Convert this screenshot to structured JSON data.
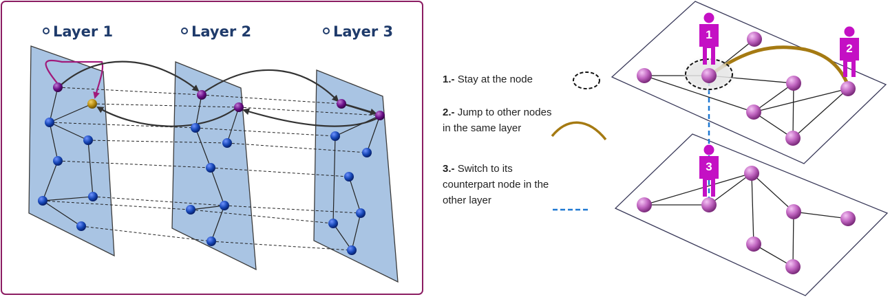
{
  "left_panel": {
    "layers": [
      {
        "label": "Layer 1"
      },
      {
        "label": "Layer 2"
      },
      {
        "label": "Layer 3"
      }
    ]
  },
  "legend": {
    "items": [
      {
        "number": "1.-",
        "text_lines": [
          "Stay at the node"
        ]
      },
      {
        "number": "2.-",
        "text_lines": [
          "Jump to other nodes",
          "in the same layer"
        ]
      },
      {
        "number": "3.-",
        "text_lines": [
          "Switch to its",
          "counterpart node in the",
          "other layer"
        ]
      }
    ]
  },
  "right_panel": {
    "walkers": [
      {
        "label": "1"
      },
      {
        "label": "2"
      },
      {
        "label": "3"
      }
    ]
  },
  "colors": {
    "frame": "#8b1c62",
    "plane_fill": "#a9c4e3",
    "plane_stroke": "#3b3b3b",
    "blue_node": "#1646b5",
    "purple_node": "#6a0f86",
    "gold_node": "#b58a10",
    "pink_node": "#c064c0",
    "walker": "#c410c4",
    "gold_path": "#a57a12",
    "switch_line": "#1e78d2",
    "title_text": "#1f3b6b"
  }
}
